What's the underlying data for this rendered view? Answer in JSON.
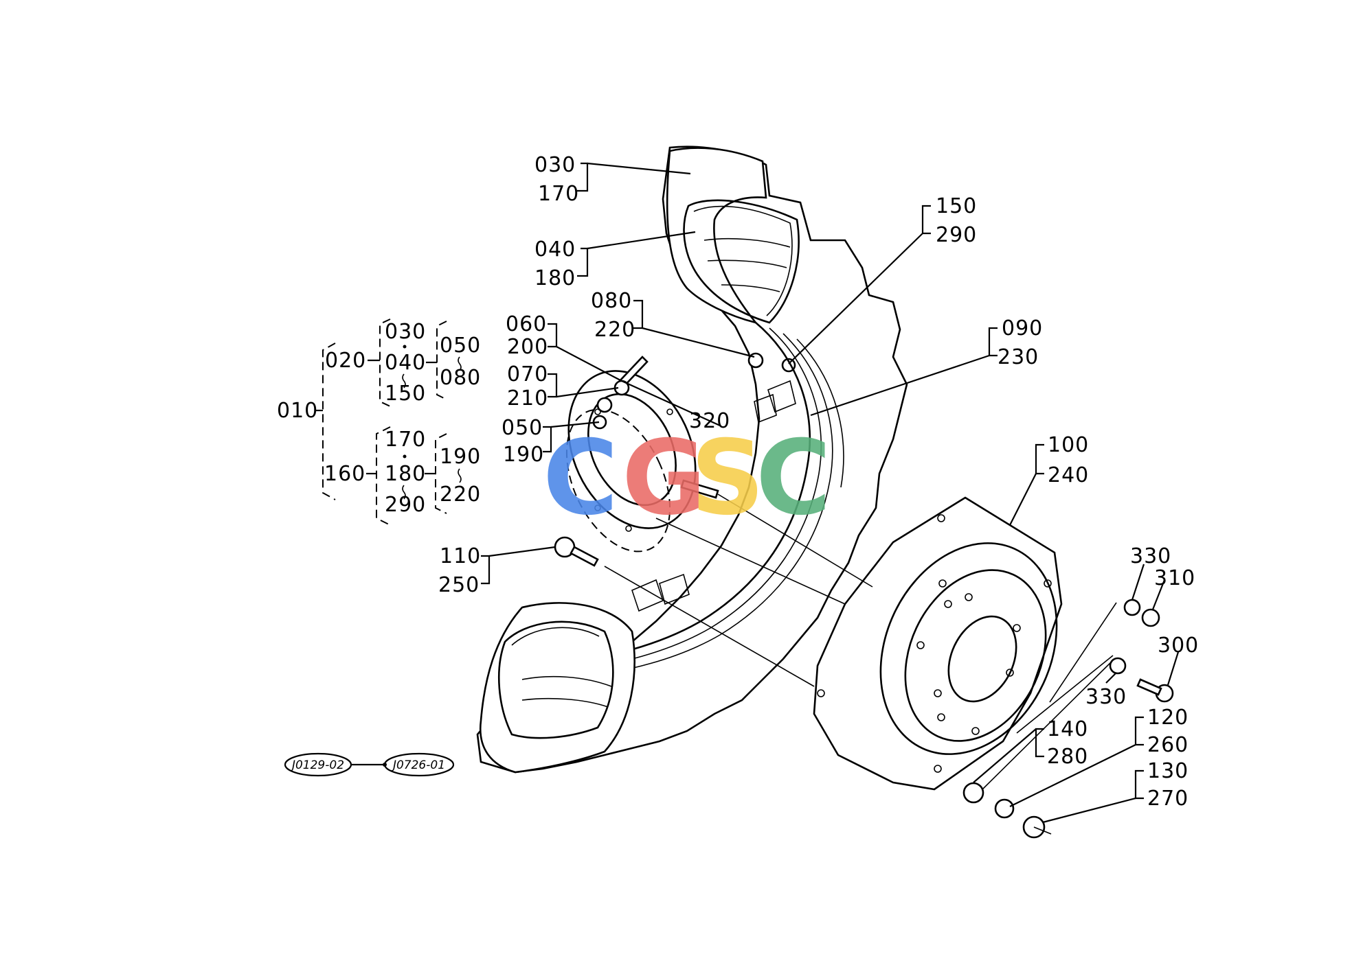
{
  "watermark": {
    "letters": [
      "C",
      "G",
      "S",
      "C"
    ],
    "colors": [
      "#4a86e8",
      "#ea6b66",
      "#f6cd4a",
      "#57b07a"
    ]
  },
  "labels": {
    "l030_top": "030",
    "l170_top": "170",
    "l040_top": "040",
    "l180_top": "180",
    "l150_top": "150",
    "l290_top": "290",
    "l080_top": "080",
    "l220_top": "220",
    "l060": "060",
    "l200": "200",
    "l070": "070",
    "l210": "210",
    "l050": "050",
    "l190": "190",
    "l320": "320",
    "l090": "090",
    "l230": "230",
    "l100": "100",
    "l240": "240",
    "l110": "110",
    "l250": "250",
    "l330_a": "330",
    "l310": "310",
    "l300": "300",
    "l330_b": "330",
    "l140": "140",
    "l280": "280",
    "l120": "120",
    "l260": "260",
    "l130": "130",
    "l270": "270"
  },
  "tree": {
    "root": "010",
    "g1": "020",
    "g1_a": "030",
    "g1_b": "040",
    "g1_c": "150",
    "g1_d": "050",
    "g1_e": "080",
    "g2": "160",
    "g2_a": "170",
    "g2_b": "180",
    "g2_c": "290",
    "g2_d": "190",
    "g2_e": "220"
  },
  "refs": {
    "ref1": "J0129-02",
    "ref2": "J0726-01"
  }
}
